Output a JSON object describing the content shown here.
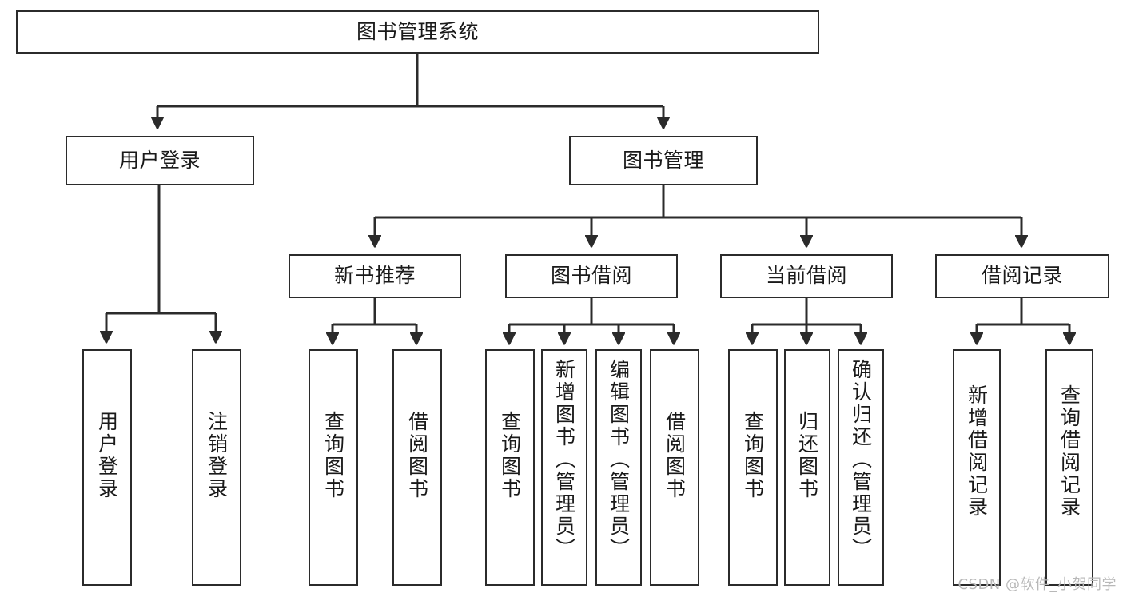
{
  "diagram": {
    "type": "hierarchy-tree",
    "title": "图书管理系统",
    "watermark": "CSDN @软件_小贺同学",
    "root": {
      "label": "图书管理系统"
    },
    "level2": [
      {
        "label": "用户登录"
      },
      {
        "label": "图书管理"
      }
    ],
    "level3": [
      {
        "label": "新书推荐"
      },
      {
        "label": "图书借阅"
      },
      {
        "label": "当前借阅"
      },
      {
        "label": "借阅记录"
      }
    ],
    "leaves": {
      "user_login": [
        {
          "label": "用户登录"
        },
        {
          "label": "注销登录"
        }
      ],
      "new_book_recommend": [
        {
          "label": "查询图书"
        },
        {
          "label": "借阅图书"
        }
      ],
      "book_borrow": [
        {
          "label": "查询图书"
        },
        {
          "label": "新增图书（管理员）"
        },
        {
          "label": "编辑图书（管理员）"
        },
        {
          "label": "借阅图书"
        }
      ],
      "current_borrow": [
        {
          "label": "查询图书"
        },
        {
          "label": "归还图书"
        },
        {
          "label": "确认归还（管理员）"
        }
      ],
      "borrow_record": [
        {
          "label": "新增借阅记录"
        },
        {
          "label": "查询借阅记录"
        }
      ]
    },
    "colors": {
      "stroke": "#2b2b2b",
      "fill": "#ffffff",
      "text": "#1a1a1a",
      "watermark": "#b8b8b8"
    }
  }
}
